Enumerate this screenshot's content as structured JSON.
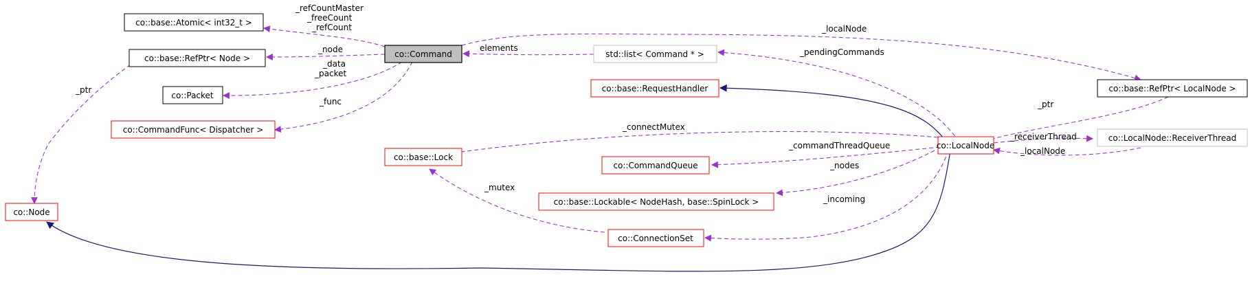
{
  "colors": {
    "uses_edge": "#9a32cd",
    "inherit_edge": "#191970",
    "node_black": "#000000",
    "node_red": "#ff0000",
    "node_gray": "#bfbfbf",
    "node_highlight_fill": "#bfbfbf"
  },
  "nodes": {
    "atomic": "co::base::Atomic< int32_t >",
    "refptr_node": "co::base::RefPtr< Node >",
    "packet": "co::Packet",
    "commandfunc": "co::CommandFunc< Dispatcher >",
    "node": "co::Node",
    "command": "co::Command",
    "stdlist": "std::list< Command * >",
    "requesthandler": "co::base::RequestHandler",
    "lock": "co::base::Lock",
    "commandqueue": "co::CommandQueue",
    "lockable": "co::base::Lockable< NodeHash, base::SpinLock >",
    "connectionset": "co::ConnectionSet",
    "localnode": "co::LocalNode",
    "refptr_localnode": "co::base::RefPtr< LocalNode >",
    "receiverthread": "co::LocalNode::ReceiverThread"
  },
  "edge_labels": {
    "refcountmaster": "_refCountMaster",
    "freecount": "_freeCount",
    "refcount": "_refCount",
    "node": "_node",
    "data": "_data",
    "packet": "_packet",
    "func": "_func",
    "ptr_node": "_ptr",
    "elements": "elements",
    "localnode_top": "_localNode",
    "pendingcommands": "_pendingCommands",
    "ptr_localnode": "_ptr",
    "connectmutex": "_connectMutex",
    "commandthreadqueue": "_commandThreadQueue",
    "nodes": "_nodes",
    "incoming": "_incoming",
    "mutex": "_mutex",
    "receiverthread": "_receiverThread",
    "localnode_back": "_localNode"
  }
}
